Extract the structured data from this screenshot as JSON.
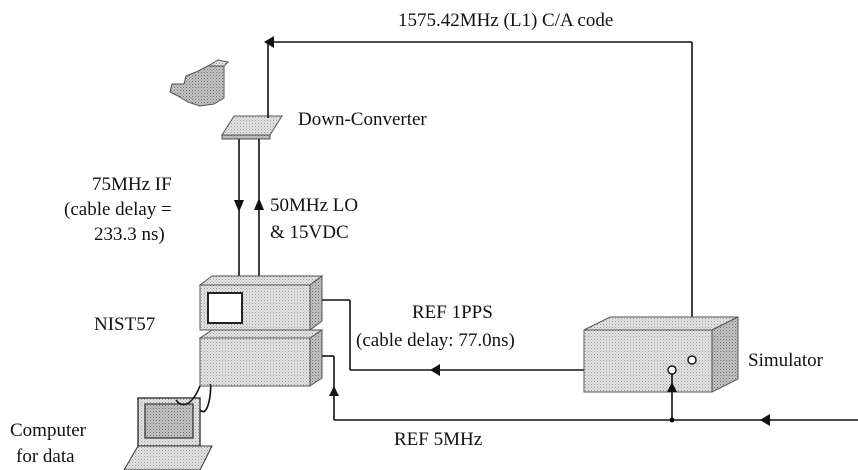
{
  "labels": {
    "rf_signal": "1575.42MHz (L1) C/A code",
    "down_converter": "Down-Converter",
    "if_line1": "75MHz IF",
    "if_line2": "(cable delay =",
    "if_line3": "233.3 ns)",
    "lo_line1": "50MHz LO",
    "lo_line2": "& 15VDC",
    "receiver": "NIST57",
    "pps_line1": "REF 1PPS",
    "pps_line2": "(cable delay: 77.0ns)",
    "simulator": "Simulator",
    "ref_5mhz": "REF 5MHz",
    "computer_line1": "Computer",
    "computer_line2": "for data"
  },
  "colors": {
    "line": "#111111",
    "device_fill": "#dcdcdc",
    "device_dark": "#b8b8b8",
    "background": "#ffffff"
  }
}
